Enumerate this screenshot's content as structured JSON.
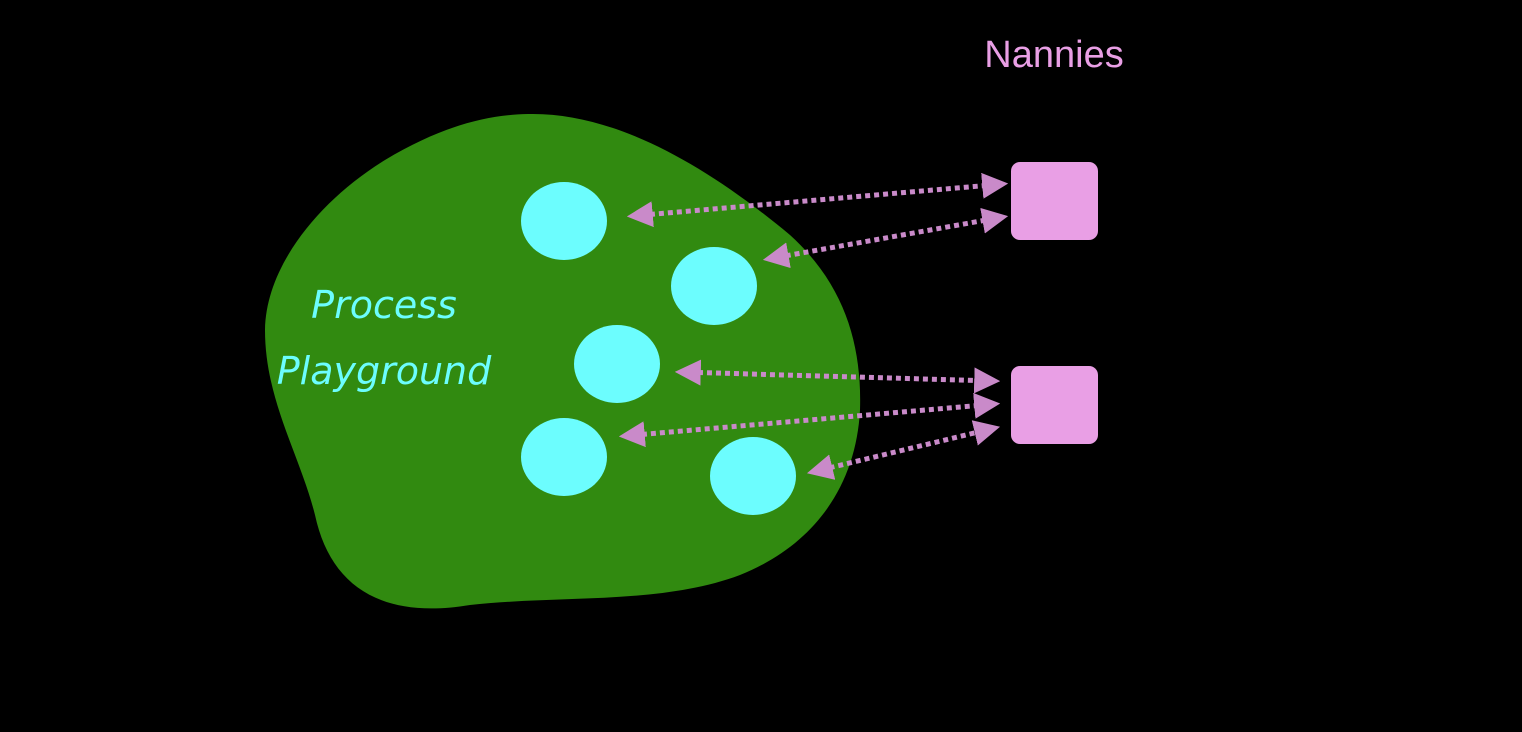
{
  "title": "Nannies",
  "blob_label": {
    "line1": "Process",
    "line2": "Playground"
  },
  "colors": {
    "background": "#000000",
    "playground": "#318A10",
    "process": "#6CFDFE",
    "nanny": "#E99FE5",
    "arrow": "#C98AC9",
    "title": "#E99FE5",
    "label": "#6CFDFE"
  },
  "processes": [
    "process-1",
    "process-2",
    "process-3",
    "process-4",
    "process-5"
  ],
  "nannies": [
    "nanny-1",
    "nanny-2"
  ],
  "links": [
    {
      "from": "nanny-1",
      "to": "process-1"
    },
    {
      "from": "nanny-1",
      "to": "process-2"
    },
    {
      "from": "nanny-2",
      "to": "process-3"
    },
    {
      "from": "nanny-2",
      "to": "process-4"
    },
    {
      "from": "nanny-2",
      "to": "process-5"
    }
  ]
}
